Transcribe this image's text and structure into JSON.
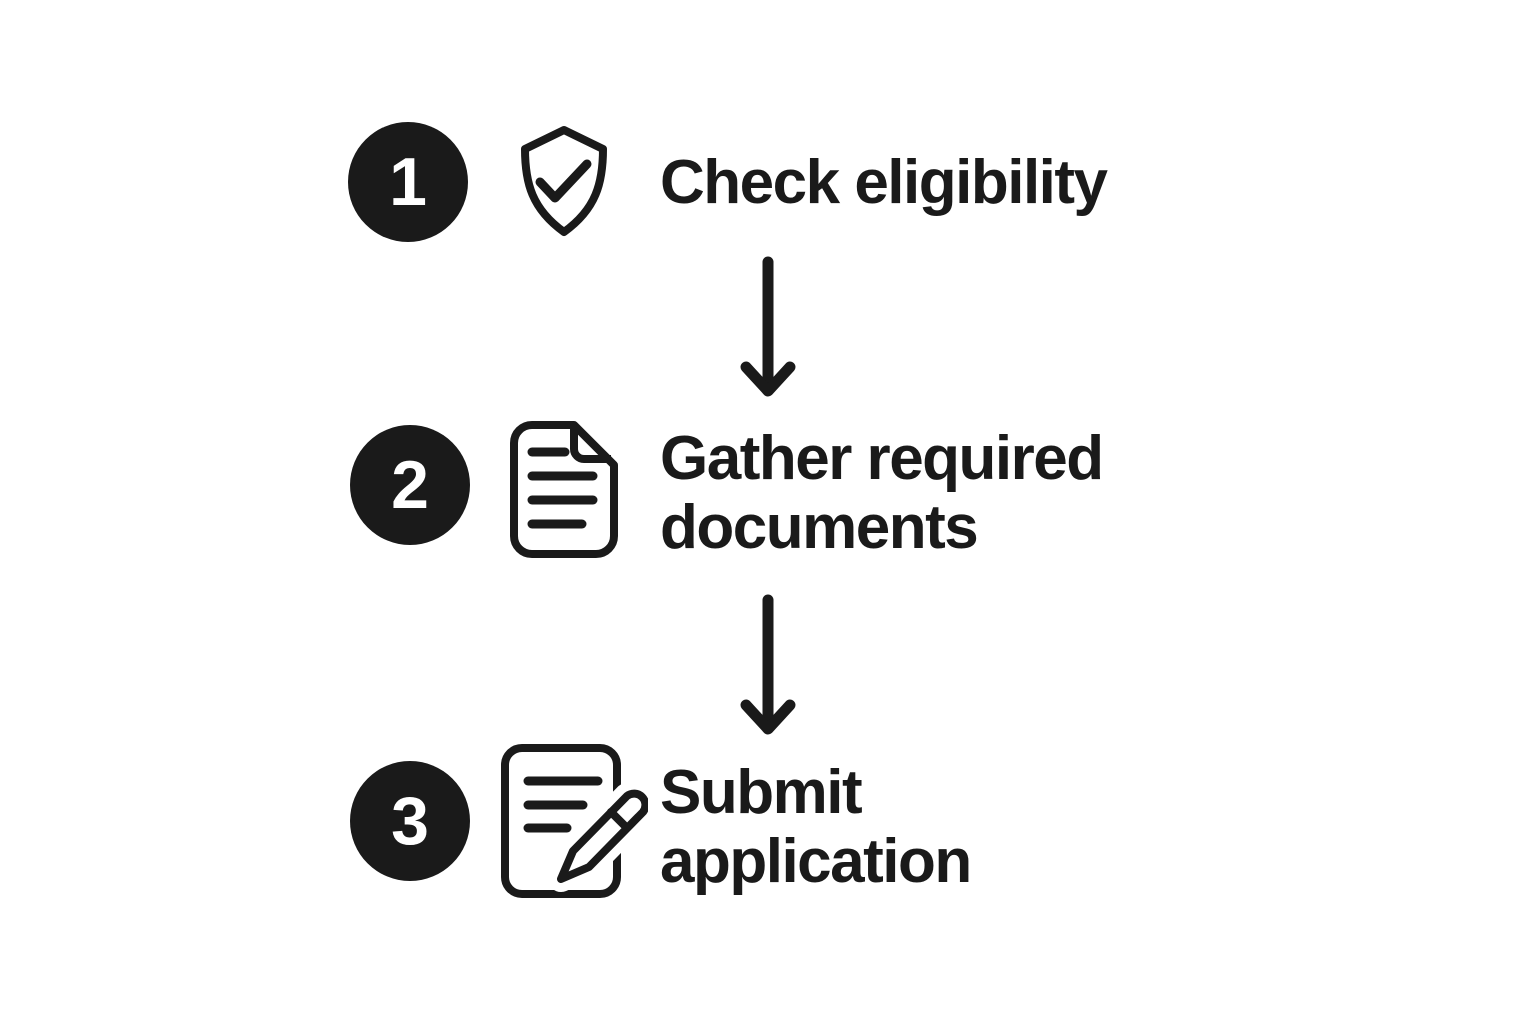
{
  "diagram": {
    "type": "process-flow",
    "direction": "vertical",
    "colors": {
      "ink": "#1a1a1a",
      "background": "#ffffff",
      "number_text": "#ffffff"
    },
    "steps": [
      {
        "number": "1",
        "icon": "shield-check-icon",
        "lines": [
          "Check eligibility"
        ]
      },
      {
        "number": "2",
        "icon": "document-icon",
        "lines": [
          "Gather required",
          "documents"
        ]
      },
      {
        "number": "3",
        "icon": "document-pencil-icon",
        "lines": [
          "Submit",
          "application"
        ]
      }
    ],
    "arrows": [
      {
        "type": "arrow-down",
        "from_step": "1",
        "to_step": "2"
      },
      {
        "type": "arrow-down",
        "from_step": "2",
        "to_step": "3"
      }
    ]
  }
}
